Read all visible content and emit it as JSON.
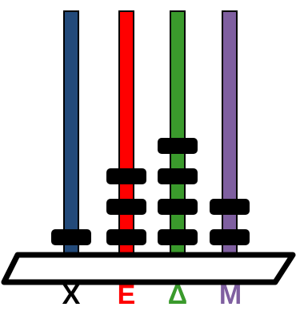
{
  "rods": [
    {
      "label": "X",
      "color": "#234a7a",
      "label_color": "#000000",
      "beads": 1
    },
    {
      "label": "E",
      "color": "#ff0000",
      "label_color": "#ff0000",
      "beads": 3
    },
    {
      "label": "Δ",
      "color": "#3a9a2c",
      "label_color": "#3a9a2c",
      "beads": 4
    },
    {
      "label": "M",
      "color": "#7f5fa0",
      "label_color": "#7f5fa0",
      "beads": 2
    }
  ],
  "bead_color": "#000000",
  "frame_color": "#000000"
}
